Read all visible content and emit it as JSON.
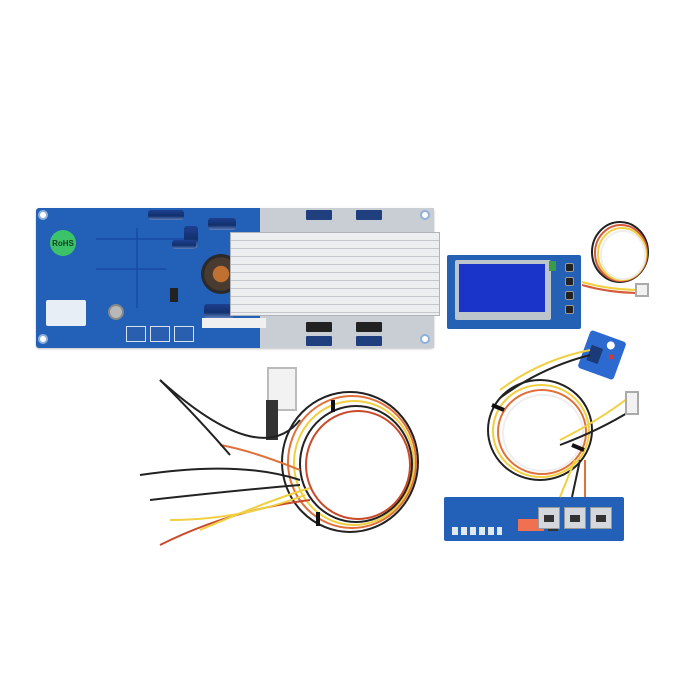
{
  "image": {
    "subject": "BMS kit product photo",
    "background_color": "#ffffff"
  },
  "main_board": {
    "badge_text": "RoHS",
    "pcb_color": "#2360b8",
    "badge_color": "#3cc36a"
  },
  "components": [
    {
      "name": "main-bms-board"
    },
    {
      "name": "lcd-display-module"
    },
    {
      "name": "lcd-cable-harness"
    },
    {
      "name": "balance-wire-harness"
    },
    {
      "name": "sensor-board-with-cables"
    },
    {
      "name": "communication-board-rj45"
    }
  ],
  "lcd": {
    "screen_color": "#1a33c8",
    "button_count": 4
  },
  "comm_board": {
    "rj45_ports": 3
  },
  "wire_colors": [
    "#222222",
    "#e0703a",
    "#f0d040",
    "#f4f4f4",
    "#c94a2a"
  ]
}
